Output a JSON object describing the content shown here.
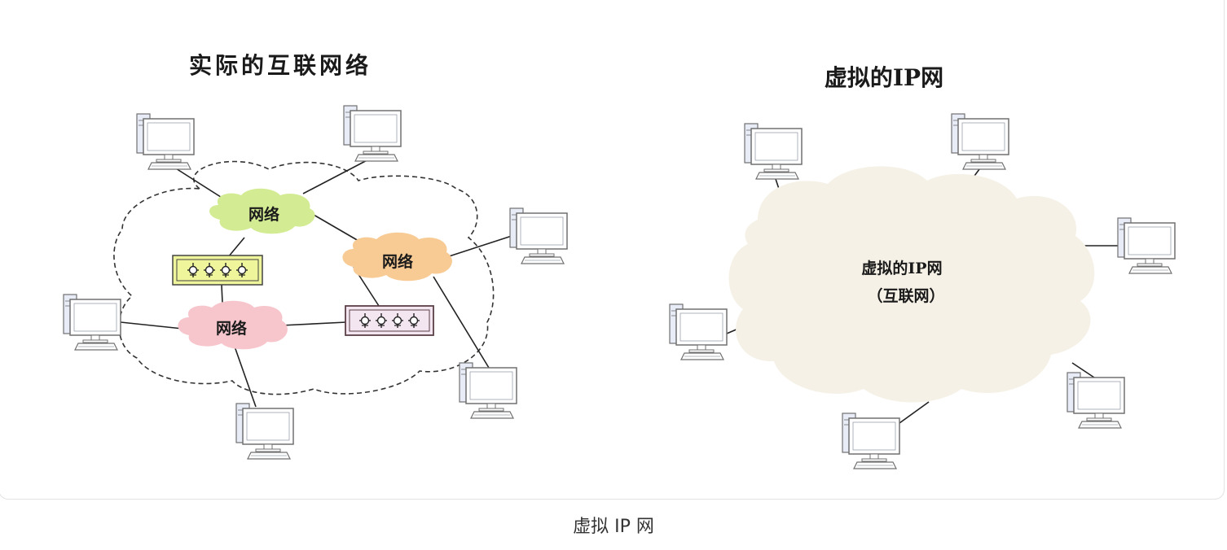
{
  "left_panel": {
    "title": "实际的互联网络",
    "clouds": [
      {
        "label": "网络",
        "color": "#d3ec94"
      },
      {
        "label": "网络",
        "color": "#f8cb95"
      },
      {
        "label": "网络",
        "color": "#f7c6cc"
      }
    ],
    "routers": [
      {
        "color": "#eef59a"
      },
      {
        "color": "#f3e6f1"
      }
    ]
  },
  "right_panel": {
    "title": "虚拟的IP网",
    "cloud_line1": "虚拟的IP网",
    "cloud_line2": "（互联网）",
    "cloud_color": "#f5f1e6"
  },
  "caption": "虚拟 IP 网",
  "colors": {
    "computer_fill": "#ffffff",
    "computer_stroke": "#707070",
    "computer_tower": "#e7ecf7"
  },
  "icons": {
    "computer": "desktop-computer-icon",
    "router": "router-icon"
  }
}
